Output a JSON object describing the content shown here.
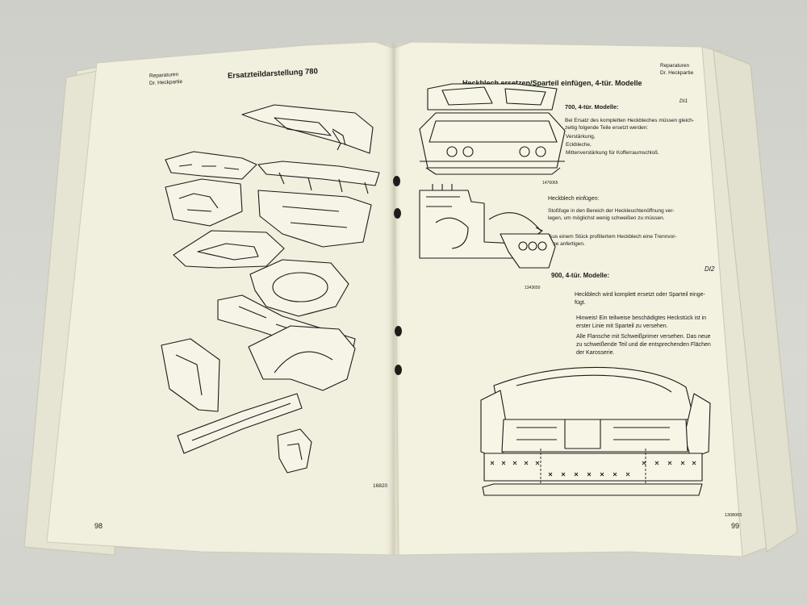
{
  "left_page": {
    "header_line1": "Reparaturen",
    "header_line2": "Dr. Heckpartie",
    "title": "Ersatzteildarstellung 780",
    "figure_code": "16820",
    "page_number": "98"
  },
  "right_page": {
    "header_line1": "Reparaturen",
    "header_line2": "Dr. Heckpartie",
    "title": "Heckblech ersetzen/Sparteil einfügen, 4-tür. Modelle",
    "section1": {
      "code": "DI1",
      "heading": "700, 4-tür. Modelle:",
      "intro_line1": "Bei Ersatz des kompletten Heckbleches müssen gleich-",
      "intro_line2": "zeitig folgende Teile ersetzt werden:",
      "item1": "Verstärkung,",
      "item2": "Eckbleche,",
      "item3": "Mittenverstärkung für Kofferraumschloß."
    },
    "figure1_code": "1476065",
    "insert": {
      "heading": "Heckblech einfügen:",
      "p1_line1": "Stoßfuge in den Bereich der Heckleuchtenöffnung ver-",
      "p1_line2": "legen, um möglichst wenig schweißen zu müssen.",
      "p2_line1": "Aus einem Stück profiliertem Heckblech eine Trennvor-",
      "p2_line2": "lage anfertigen."
    },
    "figure2_code": "1343650",
    "section2": {
      "code": "DI2",
      "heading": "900, 4-tür. Modelle:",
      "p1_line1": "Heckblech wird komplett ersetzt oder Sparteil einge-",
      "p1_line2": "fügt.",
      "p2_line1": "Hinweis! Ein teilweise beschädigtes Heckstück ist in",
      "p2_line2": "erster Linie mit Sparteil zu versehen.",
      "p3_line1": "Alle Flansche mit Schweißprimer versehen. Das neue",
      "p3_line2": "zu schweißende Teil und die entsprechenden Flächen",
      "p3_line3": "der Karosserie."
    },
    "figure3_code": "1308065",
    "page_number": "99"
  }
}
